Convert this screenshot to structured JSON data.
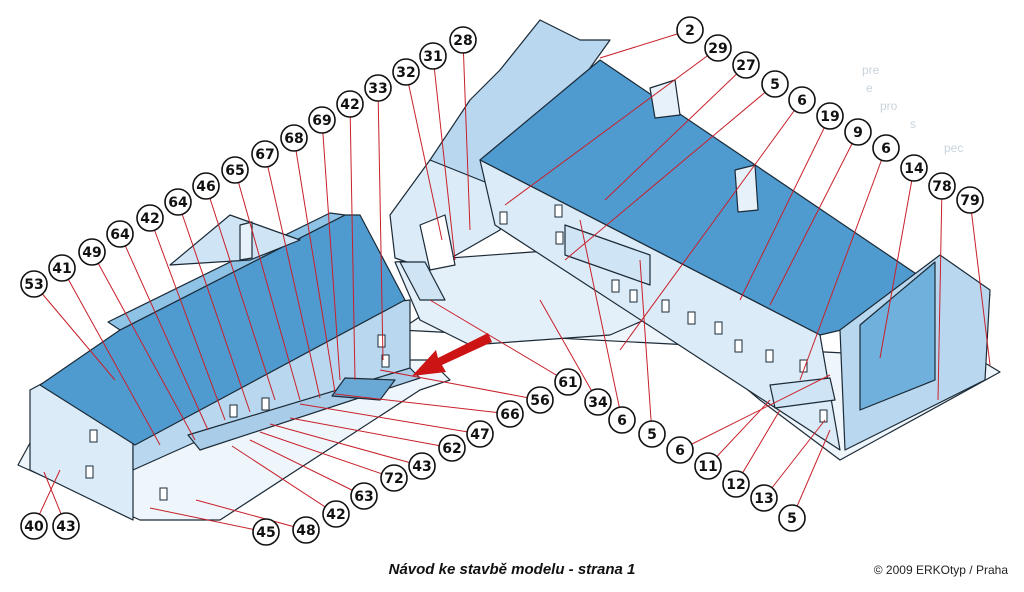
{
  "caption": "Návod ke stavbě modelu - strana 1",
  "credit": "© 2009 ERKOtyp / Praha",
  "ghost_text": [
    "pre",
    "e",
    "pro",
    "s",
    "pec"
  ],
  "colors": {
    "roof": "#4f9bd0",
    "roof_light": "#8ec3e6",
    "wall": "#dbecf8",
    "wall_shade": "#b9d8ef",
    "ground": "#eef5fb",
    "leader": "#c8202a",
    "arrow": "#cc1414",
    "outline": "#1b2a36"
  },
  "labels": [
    "2",
    "29",
    "27",
    "5",
    "6",
    "19",
    "9",
    "6",
    "14",
    "78",
    "79",
    "28",
    "31",
    "32",
    "33",
    "42",
    "69",
    "68",
    "67",
    "65",
    "46",
    "64",
    "42",
    "64",
    "49",
    "41",
    "53",
    "40",
    "43",
    "45",
    "48",
    "42",
    "63",
    "72",
    "43",
    "62",
    "47",
    "66",
    "56",
    "61",
    "34",
    "6",
    "5",
    "6",
    "11",
    "12",
    "13",
    "5"
  ]
}
